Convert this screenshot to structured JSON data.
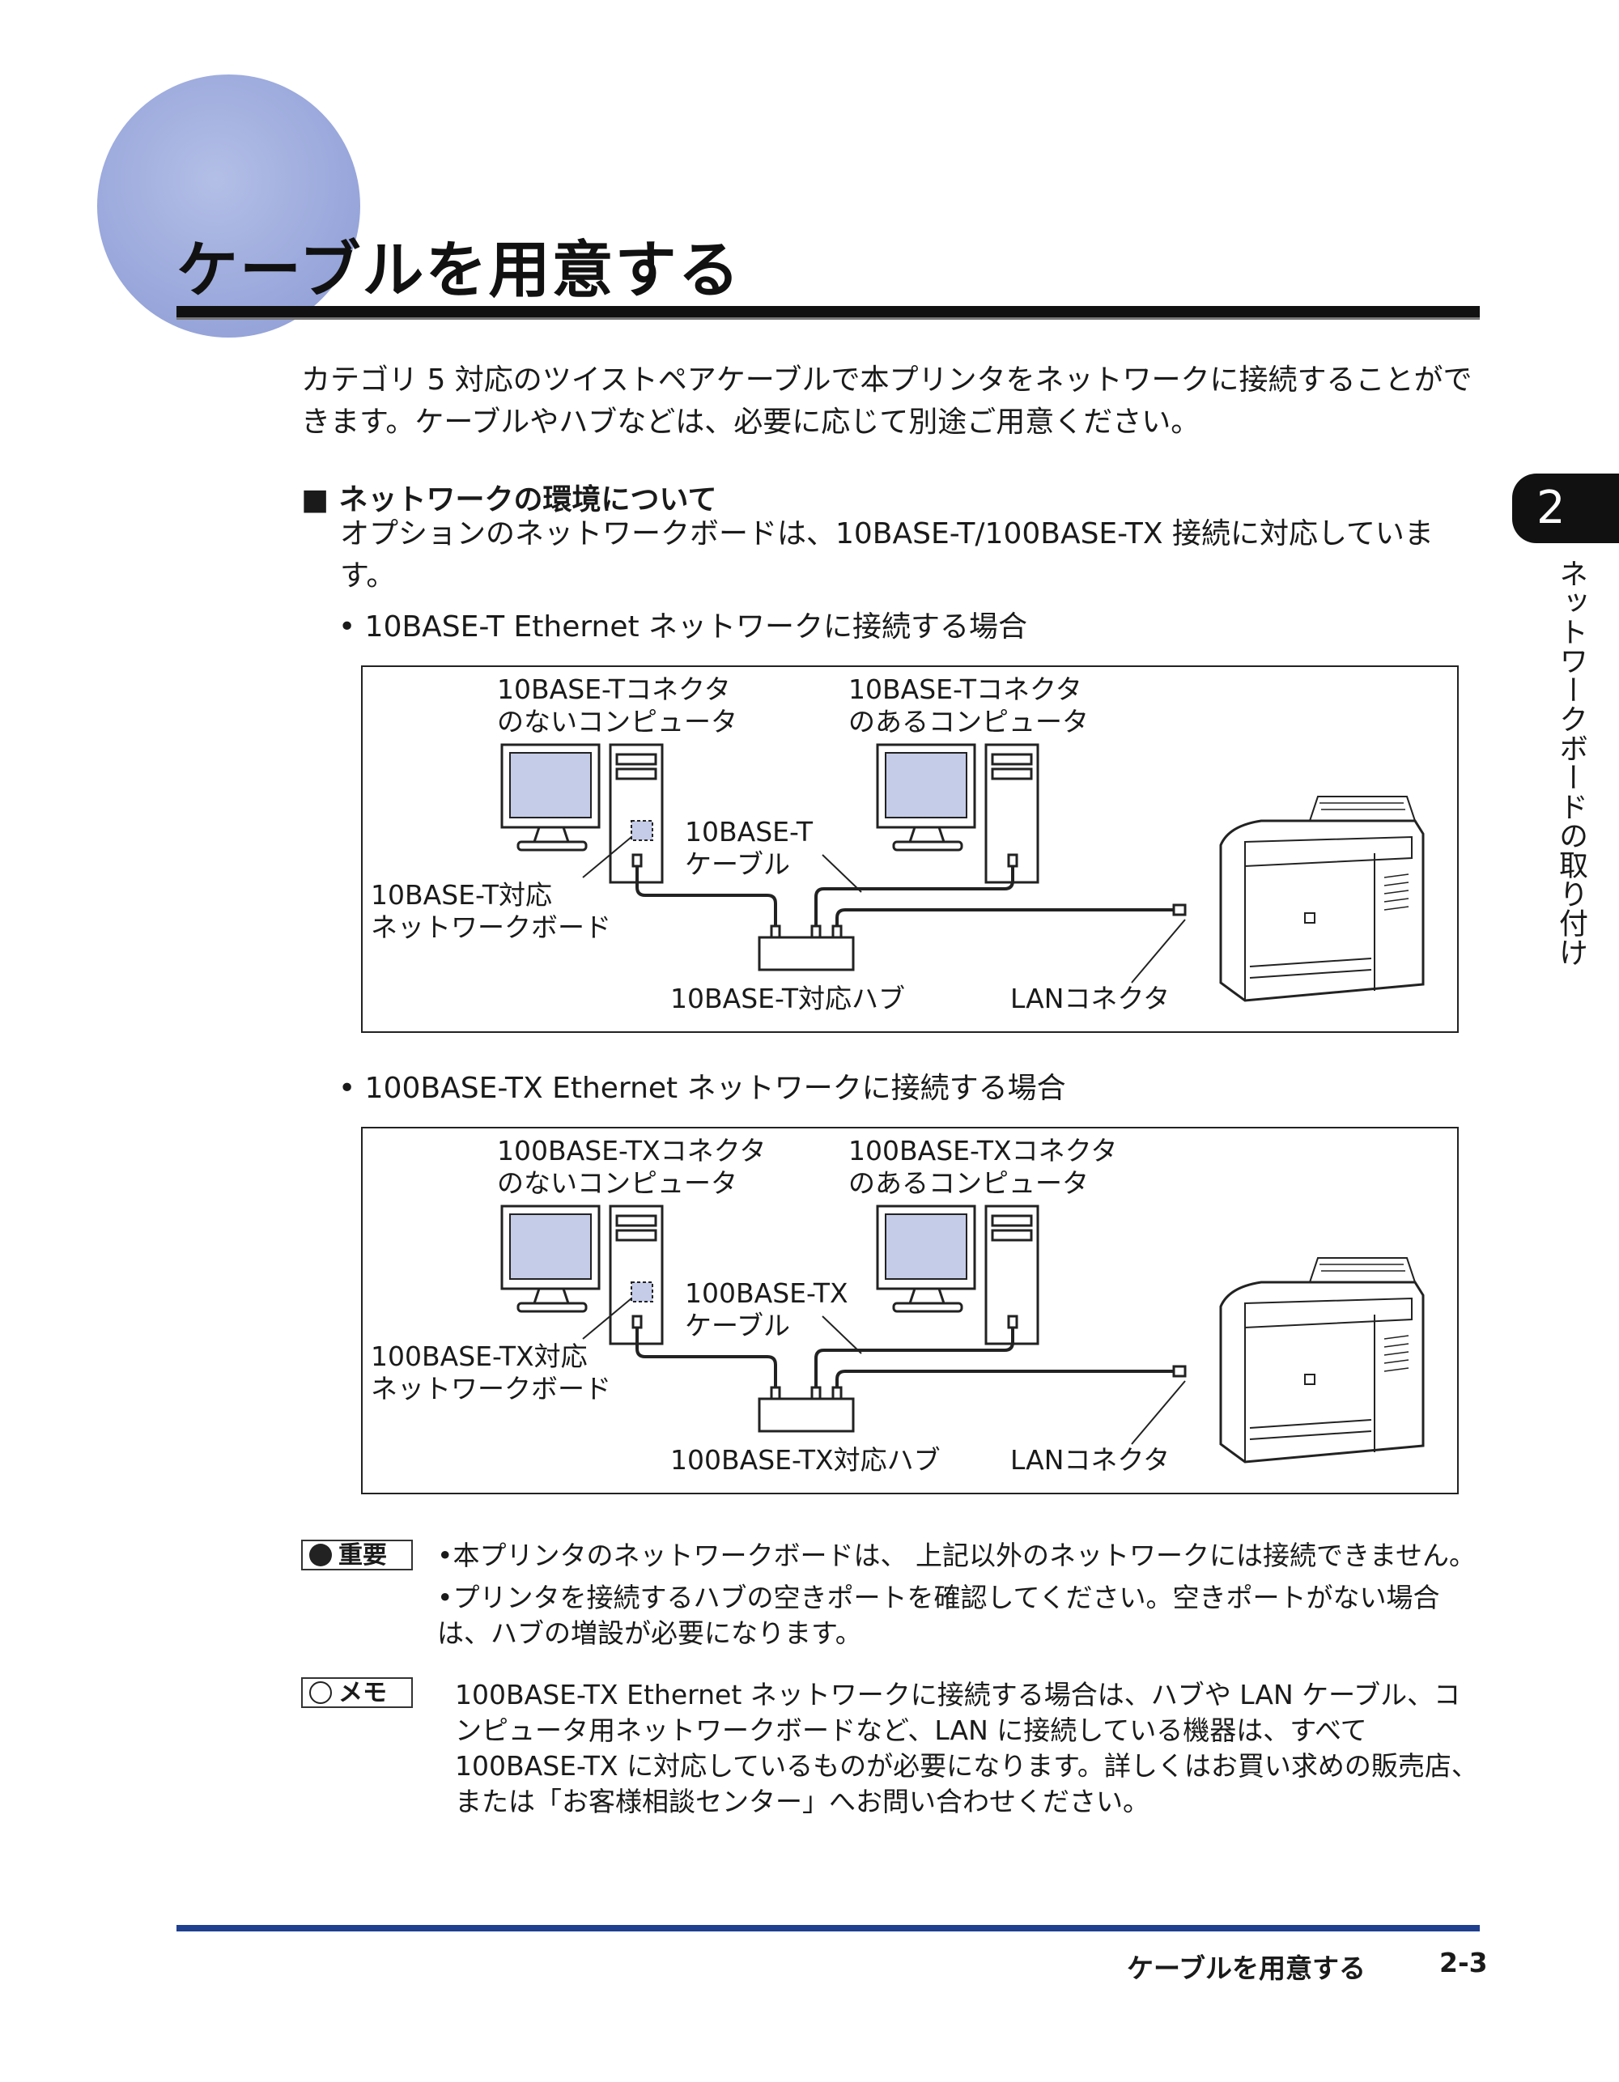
{
  "title": "ケーブルを用意する",
  "intro": "カテゴリ 5 対応のツイストペアケーブルで本プリンタをネットワークに接続することができます。ケーブルやハブなどは、必要に応じて別途ご用意ください。",
  "section": {
    "heading": "■ ネットワークの環境について",
    "body": "オプションのネットワークボードは、10BASE-T/100BASE-TX 接続に対応しています。"
  },
  "diagrams": [
    {
      "bullet": "• 10BASE-T Ethernet ネットワークに接続する場合",
      "labels": {
        "pc_without": "10BASE-Tコネクタ\nのないコンピュータ",
        "pc_with": "10BASE-Tコネクタ\nのあるコンピュータ",
        "cable": "10BASE-T\nケーブル",
        "board": "10BASE-T対応\nネットワークボード",
        "hub": "10BASE-T対応ハブ",
        "lan": "LANコネクタ"
      }
    },
    {
      "bullet": "• 100BASE-TX Ethernet ネットワークに接続する場合",
      "labels": {
        "pc_without": "100BASE-TXコネクタ\nのないコンピュータ",
        "pc_with": "100BASE-TXコネクタ\nのあるコンピュータ",
        "cable": "100BASE-TX\nケーブル",
        "board": "100BASE-TX対応\nネットワークボード",
        "hub": "100BASE-TX対応ハブ",
        "lan": "LANコネクタ"
      }
    }
  ],
  "important": {
    "badge": "重要",
    "items": [
      "•本プリンタのネットワークボードは、 上記以外のネットワークには接続できません。",
      "•プリンタを接続するハブの空きポートを確認してください。空きポートがない場合は、ハブの増設が必要になります。"
    ]
  },
  "memo": {
    "badge": "メモ",
    "text": "100BASE-TX Ethernet ネットワークに接続する場合は、ハブや LAN ケーブル、コンピュータ用ネットワークボードなど、LAN に接続している機器は、すべて 100BASE-TX に対応しているものが必要になります。詳しくはお買い求めの販売店、または「お客様相談センター」へお問い合わせください。"
  },
  "side_tab": {
    "number": "2",
    "text": "ネットワークボードの取り付け"
  },
  "footer": {
    "title": "ケーブルを用意する",
    "page": "2-3"
  },
  "colors": {
    "circle": "#9aa8dc",
    "footer_rule": "#1f3f8f",
    "screen": "#c5cce8"
  }
}
